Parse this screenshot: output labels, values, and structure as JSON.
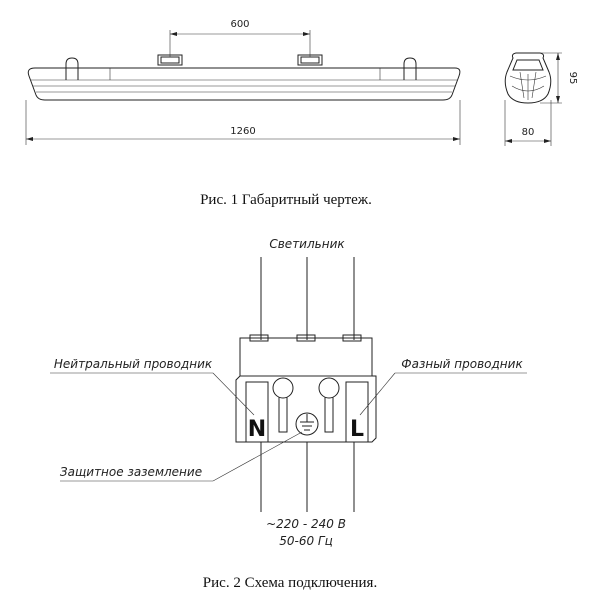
{
  "figure1": {
    "dim_mount_spacing": "600",
    "dim_length": "1260",
    "dim_height": "95",
    "dim_width": "80",
    "caption": "Рис. 1  Габаритный чертеж."
  },
  "figure2": {
    "title_luminaire": "Светильник",
    "label_neutral": "Нейтральный проводник",
    "label_phase": "Фазный проводник",
    "label_ground": "Защитное заземление",
    "terminal_neutral": "N",
    "terminal_phase": "L",
    "supply_voltage": "~220 - 240 В",
    "supply_frequency": "50-60 Гц",
    "caption": "Рис. 2  Схема подключения."
  }
}
